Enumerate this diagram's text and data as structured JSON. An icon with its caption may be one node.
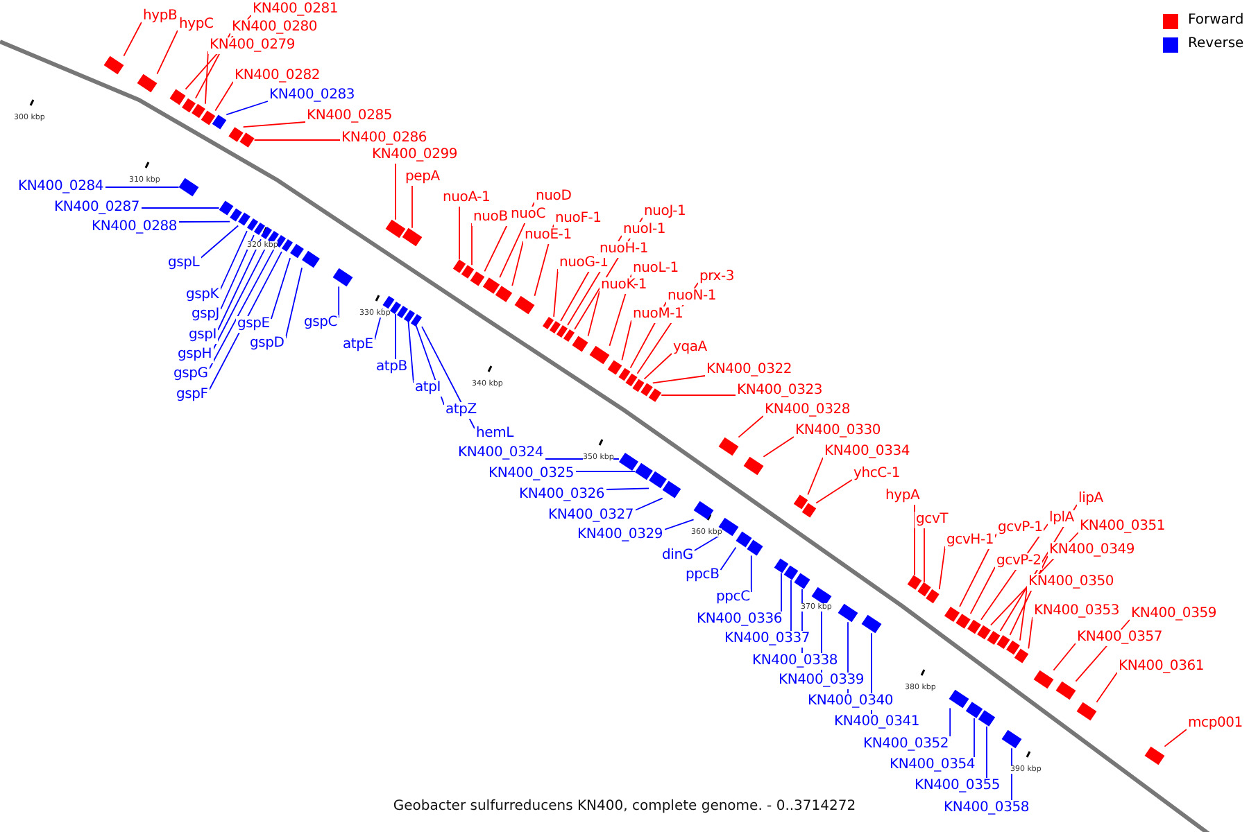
{
  "diagram": {
    "caption": "Geobacter sulfurreducens KN400, complete genome. - 0..3714272",
    "nodes": [
      {
        "text": [
          "hypB"
        ]
      },
      {
        "text": [
          "hypC"
        ]
      },
      {
        "text": [
          "KN400_0281"
        ]
      },
      {
        "text": [
          "KN400_0280"
        ]
      },
      {
        "text": [
          "KN400_0279"
        ]
      },
      {
        "text": [
          "KN400_0282"
        ]
      },
      {
        "text": [
          "KN400_0285"
        ]
      },
      {
        "text": [
          "KN400_0286"
        ]
      },
      {
        "text": [
          "KN400_0299"
        ]
      },
      {
        "text": [
          "pepA"
        ]
      },
      {
        "text": [
          "nuoA-1"
        ]
      },
      {
        "text": [
          "nuoB"
        ]
      },
      {
        "text": [
          "nuoC"
        ]
      },
      {
        "text": [
          "nuoD"
        ]
      },
      {
        "text": [
          "nuoE-1"
        ]
      },
      {
        "text": [
          "nuoF-1"
        ]
      },
      {
        "text": [
          "nuoG-1"
        ]
      },
      {
        "text": [
          "nuoH-1"
        ]
      },
      {
        "text": [
          "nuoI-1"
        ]
      },
      {
        "text": [
          "nuoJ-1"
        ]
      },
      {
        "text": [
          "nuoK-1"
        ]
      },
      {
        "text": [
          "nuoL-1"
        ]
      },
      {
        "text": [
          "nuoM-1"
        ]
      },
      {
        "text": [
          "nuoN-1"
        ]
      },
      {
        "text": [
          "prx-3"
        ]
      },
      {
        "text": [
          "yqaA"
        ]
      },
      {
        "text": [
          "KN400_0322"
        ]
      },
      {
        "text": [
          "KN400_0323"
        ]
      },
      {
        "text": [
          "KN400_0328"
        ]
      },
      {
        "text": [
          "KN400_0330"
        ]
      },
      {
        "text": [
          "KN400_0334"
        ]
      },
      {
        "text": [
          "yhcC-1"
        ]
      },
      {
        "text": [
          "hypA"
        ]
      },
      {
        "text": [
          "gcvT"
        ]
      },
      {
        "text": [
          "gcvH-1"
        ]
      },
      {
        "text": [
          "gcvP-1"
        ]
      },
      {
        "text": [
          "lplA"
        ]
      },
      {
        "text": [
          "lipA"
        ]
      },
      {
        "text": [
          "gcvP-2"
        ]
      },
      {
        "text": [
          "KN400_0351"
        ]
      },
      {
        "text": [
          "KN400_0349"
        ]
      },
      {
        "text": [
          "KN400_0350"
        ]
      },
      {
        "text": [
          "KN400_0353"
        ]
      },
      {
        "text": [
          "KN400_0359"
        ]
      },
      {
        "text": [
          "KN400_0357"
        ]
      },
      {
        "text": [
          "KN400_0361"
        ]
      },
      {
        "text": [
          "mcp001"
        ]
      },
      {
        "text": [
          "KN400_0283"
        ]
      },
      {
        "text": [
          "KN400_0284"
        ]
      },
      {
        "text": [
          "KN400_0287"
        ]
      },
      {
        "text": [
          "KN400_0288"
        ]
      },
      {
        "text": [
          "gspL"
        ]
      },
      {
        "text": [
          "gspK"
        ]
      },
      {
        "text": [
          "gspJ"
        ]
      },
      {
        "text": [
          "gspI"
        ]
      },
      {
        "text": [
          "gspH"
        ]
      },
      {
        "text": [
          "gspG"
        ]
      },
      {
        "text": [
          "gspF"
        ]
      },
      {
        "text": [
          "gspE"
        ]
      },
      {
        "text": [
          "gspD"
        ]
      },
      {
        "text": [
          "gspC"
        ]
      },
      {
        "text": [
          "atpE"
        ]
      },
      {
        "text": [
          "atpB"
        ]
      },
      {
        "text": [
          "atpI"
        ]
      },
      {
        "text": [
          "atpZ"
        ]
      },
      {
        "text": [
          "hemL"
        ]
      },
      {
        "text": [
          "KN400_0324"
        ]
      },
      {
        "text": [
          "KN400_0325"
        ]
      },
      {
        "text": [
          "KN400_0326"
        ]
      },
      {
        "text": [
          "KN400_0327"
        ]
      },
      {
        "text": [
          "KN400_0329"
        ]
      },
      {
        "text": [
          "dinG"
        ]
      },
      {
        "text": [
          "ppcB"
        ]
      },
      {
        "text": [
          "ppcC"
        ]
      },
      {
        "text": [
          "KN400_0336"
        ]
      },
      {
        "text": [
          "KN400_0337"
        ]
      },
      {
        "text": [
          "KN400_0338"
        ]
      },
      {
        "text": [
          "KN400_0339"
        ]
      },
      {
        "text": [
          "KN400_0340"
        ]
      },
      {
        "text": [
          "KN400_0341"
        ]
      },
      {
        "text": [
          "KN400_0352"
        ]
      },
      {
        "text": [
          "KN400_0354"
        ]
      },
      {
        "text": [
          "KN400_0355"
        ]
      },
      {
        "text": [
          "KN400_0358"
        ]
      },
      {
        "text": [],
        "shape": "box"
      },
      {
        "text": [],
        "shape": "box"
      },
      {
        "text": [],
        "shape": "box"
      },
      {
        "text": [],
        "shape": "box"
      },
      {
        "text": [],
        "shape": "box"
      },
      {
        "text": [],
        "shape": "box"
      },
      {
        "text": [],
        "shape": "box"
      },
      {
        "text": [],
        "shape": "box"
      },
      {
        "text": [],
        "shape": "box"
      },
      {
        "text": [],
        "shape": "box"
      },
      {
        "text": [],
        "shape": "box"
      },
      {
        "text": [],
        "shape": "box"
      },
      {
        "text": [],
        "shape": "box"
      },
      {
        "text": [],
        "shape": "box"
      },
      {
        "text": [],
        "shape": "box"
      },
      {
        "text": [],
        "shape": "box"
      },
      {
        "text": [],
        "shape": "box"
      },
      {
        "text": [],
        "shape": "box"
      },
      {
        "text": [],
        "shape": "box"
      },
      {
        "text": [],
        "shape": "box"
      },
      {
        "text": [],
        "shape": "box"
      },
      {
        "text": [],
        "shape": "box"
      },
      {
        "text": [],
        "shape": "box"
      },
      {
        "text": [],
        "shape": "box"
      },
      {
        "text": [],
        "shape": "box"
      },
      {
        "text": [],
        "shape": "box"
      },
      {
        "text": [],
        "shape": "box"
      },
      {
        "text": [],
        "shape": "box"
      },
      {
        "text": [],
        "shape": "box"
      },
      {
        "text": [],
        "shape": "box"
      },
      {
        "text": [],
        "shape": "box"
      },
      {
        "text": [],
        "shape": "box"
      },
      {
        "text": [],
        "shape": "box"
      },
      {
        "text": [],
        "shape": "box"
      },
      {
        "text": [],
        "shape": "box"
      },
      {
        "text": [],
        "shape": "box"
      },
      {
        "text": [],
        "shape": "box"
      },
      {
        "text": [],
        "shape": "box"
      },
      {
        "text": [],
        "shape": "box"
      },
      {
        "text": [],
        "shape": "box"
      },
      {
        "text": [],
        "shape": "box"
      },
      {
        "text": [],
        "shape": "box"
      },
      {
        "text": [],
        "shape": "box"
      },
      {
        "text": [],
        "shape": "box"
      },
      {
        "text": [],
        "shape": "box"
      },
      {
        "text": [],
        "shape": "box"
      },
      {
        "text": [],
        "shape": "box"
      },
      {
        "text": [],
        "shape": "box"
      },
      {
        "text": [],
        "shape": "box"
      },
      {
        "text": [],
        "shape": "box"
      },
      {
        "text": [],
        "shape": "box"
      },
      {
        "text": [],
        "shape": "box"
      },
      {
        "text": [],
        "shape": "box"
      },
      {
        "text": [],
        "shape": "box"
      },
      {
        "text": [],
        "shape": "box"
      },
      {
        "text": [],
        "shape": "box"
      },
      {
        "text": [],
        "shape": "box"
      },
      {
        "text": [],
        "shape": "box"
      },
      {
        "text": [],
        "shape": "box"
      },
      {
        "text": [],
        "shape": "box"
      },
      {
        "text": [],
        "shape": "box"
      },
      {
        "text": [],
        "shape": "box"
      },
      {
        "text": [],
        "shape": "box"
      },
      {
        "text": [],
        "shape": "box"
      },
      {
        "text": [],
        "shape": "box"
      },
      {
        "text": [],
        "shape": "box"
      },
      {
        "text": [],
        "shape": "box"
      },
      {
        "text": [],
        "shape": "box"
      },
      {
        "text": [],
        "shape": "box"
      },
      {
        "text": [],
        "shape": "box"
      },
      {
        "text": [],
        "shape": "box"
      },
      {
        "text": [],
        "shape": "box"
      },
      {
        "text": [],
        "shape": "box"
      },
      {
        "text": [],
        "shape": "box"
      },
      {
        "text": [],
        "shape": "box"
      },
      {
        "text": [],
        "shape": "box"
      },
      {
        "text": [],
        "shape": "box"
      },
      {
        "text": [],
        "shape": "box"
      },
      {
        "text": [],
        "shape": "box"
      },
      {
        "text": [],
        "shape": "box"
      },
      {
        "text": [],
        "shape": "box"
      },
      {
        "text": [],
        "shape": "box"
      },
      {
        "text": [],
        "shape": "box"
      },
      {
        "text": [],
        "shape": "box"
      }
    ],
    "edges": [
      {
        "from": 0,
        "to": 84,
        "arrow": "none"
      },
      {
        "from": 1,
        "to": 85,
        "arrow": "none"
      },
      {
        "from": 2,
        "to": 86,
        "arrow": "none"
      },
      {
        "from": 3,
        "to": 87,
        "arrow": "none"
      },
      {
        "from": 4,
        "to": 88,
        "arrow": "none"
      },
      {
        "from": 5,
        "to": 89,
        "arrow": "none"
      },
      {
        "from": 6,
        "to": 90,
        "arrow": "none"
      },
      {
        "from": 7,
        "to": 91,
        "arrow": "none"
      },
      {
        "from": 8,
        "to": 92,
        "arrow": "none"
      },
      {
        "from": 9,
        "to": 93,
        "arrow": "none"
      },
      {
        "from": 10,
        "to": 94,
        "arrow": "none"
      },
      {
        "from": 11,
        "to": 95,
        "arrow": "none"
      },
      {
        "from": 12,
        "to": 96,
        "arrow": "none"
      },
      {
        "from": 13,
        "to": 97,
        "arrow": "none"
      },
      {
        "from": 14,
        "to": 98,
        "arrow": "none"
      },
      {
        "from": 15,
        "to": 99,
        "arrow": "none"
      },
      {
        "from": 16,
        "to": 100,
        "arrow": "none"
      },
      {
        "from": 17,
        "to": 101,
        "arrow": "none"
      },
      {
        "from": 18,
        "to": 102,
        "arrow": "none"
      },
      {
        "from": 19,
        "to": 103,
        "arrow": "none"
      },
      {
        "from": 20,
        "to": 104,
        "arrow": "none"
      },
      {
        "from": 21,
        "to": 105,
        "arrow": "none"
      },
      {
        "from": 22,
        "to": 106,
        "arrow": "none"
      },
      {
        "from": 23,
        "to": 107,
        "arrow": "none"
      },
      {
        "from": 24,
        "to": 108,
        "arrow": "none"
      },
      {
        "from": 25,
        "to": 109,
        "arrow": "none"
      },
      {
        "from": 26,
        "to": 110,
        "arrow": "none"
      },
      {
        "from": 27,
        "to": 111,
        "arrow": "none"
      },
      {
        "from": 28,
        "to": 112,
        "arrow": "none"
      },
      {
        "from": 29,
        "to": 113,
        "arrow": "none"
      },
      {
        "from": 30,
        "to": 114,
        "arrow": "none"
      },
      {
        "from": 31,
        "to": 115,
        "arrow": "none"
      },
      {
        "from": 32,
        "to": 116,
        "arrow": "none"
      },
      {
        "from": 33,
        "to": 117,
        "arrow": "none"
      },
      {
        "from": 34,
        "to": 118,
        "arrow": "none"
      },
      {
        "from": 35,
        "to": 119,
        "arrow": "none"
      },
      {
        "from": 36,
        "to": 120,
        "arrow": "none"
      },
      {
        "from": 37,
        "to": 121,
        "arrow": "none"
      },
      {
        "from": 38,
        "to": 122,
        "arrow": "none"
      },
      {
        "from": 39,
        "to": 123,
        "arrow": "none"
      },
      {
        "from": 40,
        "to": 124,
        "arrow": "none"
      },
      {
        "from": 41,
        "to": 125,
        "arrow": "none"
      },
      {
        "from": 42,
        "to": 126,
        "arrow": "none"
      },
      {
        "from": 43,
        "to": 127,
        "arrow": "none"
      },
      {
        "from": 44,
        "to": 128,
        "arrow": "none"
      },
      {
        "from": 45,
        "to": 129,
        "arrow": "none"
      },
      {
        "from": 46,
        "to": 130,
        "arrow": "none"
      },
      {
        "from": 47,
        "to": 131,
        "arrow": "none",
        "color": "#0000ff"
      },
      {
        "from": 48,
        "to": 132,
        "arrow": "none",
        "color": "#0000ff"
      },
      {
        "from": 49,
        "to": 133,
        "arrow": "none",
        "color": "#0000ff"
      },
      {
        "from": 50,
        "to": 134,
        "arrow": "none",
        "color": "#0000ff"
      },
      {
        "from": 51,
        "to": 135,
        "arrow": "none",
        "color": "#0000ff"
      },
      {
        "from": 52,
        "to": 136,
        "arrow": "none",
        "color": "#0000ff"
      },
      {
        "from": 53,
        "to": 137,
        "arrow": "none",
        "color": "#0000ff"
      },
      {
        "from": 54,
        "to": 138,
        "arrow": "none",
        "color": "#0000ff"
      },
      {
        "from": 55,
        "to": 139,
        "arrow": "none",
        "color": "#0000ff"
      },
      {
        "from": 56,
        "to": 140,
        "arrow": "none",
        "color": "#0000ff"
      },
      {
        "from": 57,
        "to": 141,
        "arrow": "none",
        "color": "#0000ff"
      },
      {
        "from": 58,
        "to": 142,
        "arrow": "none",
        "color": "#0000ff"
      },
      {
        "from": 59,
        "to": 143,
        "arrow": "none",
        "color": "#0000ff"
      },
      {
        "from": 60,
        "to": 144,
        "arrow": "none",
        "color": "#0000ff"
      },
      {
        "from": 61,
        "to": 145,
        "arrow": "none",
        "color": "#0000ff"
      },
      {
        "from": 62,
        "to": 146,
        "arrow": "none",
        "color": "#0000ff"
      },
      {
        "from": 63,
        "to": 147,
        "arrow": "none",
        "color": "#0000ff"
      },
      {
        "from": 64,
        "to": 148,
        "arrow": "none",
        "color": "#0000ff"
      },
      {
        "from": 65,
        "to": 149,
        "arrow": "none",
        "color": "#0000ff"
      },
      {
        "from": 66,
        "to": 150,
        "arrow": "none",
        "color": "#0000ff"
      },
      {
        "from": 67,
        "to": 151,
        "arrow": "none",
        "color": "#0000ff"
      },
      {
        "from": 68,
        "to": 152,
        "arrow": "none",
        "color": "#0000ff"
      },
      {
        "from": 69,
        "to": 153,
        "arrow": "none",
        "color": "#0000ff"
      },
      {
        "from": 70,
        "to": 154,
        "arrow": "none",
        "color": "#0000ff"
      },
      {
        "from": 71,
        "to": 155,
        "arrow": "none",
        "color": "#0000ff"
      },
      {
        "from": 72,
        "to": 156,
        "arrow": "none",
        "color": "#0000ff"
      },
      {
        "from": 73,
        "to": 157,
        "arrow": "none",
        "color": "#0000ff"
      },
      {
        "from": 74,
        "to": 158,
        "arrow": "none",
        "color": "#0000ff"
      },
      {
        "from": 75,
        "to": 159,
        "arrow": "none",
        "color": "#0000ff"
      },
      {
        "from": 76,
        "to": 160,
        "arrow": "none",
        "color": "#0000ff"
      },
      {
        "from": 77,
        "to": 161,
        "arrow": "none",
        "color": "#0000ff"
      },
      {
        "from": 78,
        "to": 162,
        "arrow": "none",
        "color": "#0000ff"
      },
      {
        "from": 79,
        "to": 163,
        "arrow": "none",
        "color": "#0000ff"
      },
      {
        "from": 80,
        "to": 164,
        "arrow": "none",
        "color": "#0000ff"
      },
      {
        "from": 81,
        "to": 165,
        "arrow": "none",
        "color": "#0000ff"
      },
      {
        "from": 82,
        "to": 166,
        "arrow": "none",
        "color": "#0000ff"
      },
      {
        "from": 83,
        "to": 167,
        "arrow": "none",
        "color": "#0000ff"
      }
    ],
    "labels": [
      "300 kbp",
      "310 kbp",
      "320 kbp",
      "330 kbp",
      "340 kbp",
      "350 kbp",
      "360 kbp",
      "370 kbp",
      "380 kbp",
      "390 kbp"
    ],
    "legend": [
      {
        "text": "Forward",
        "color": "#ff0000"
      },
      {
        "text": "Reverse",
        "color": "#0000ff"
      }
    ]
  }
}
